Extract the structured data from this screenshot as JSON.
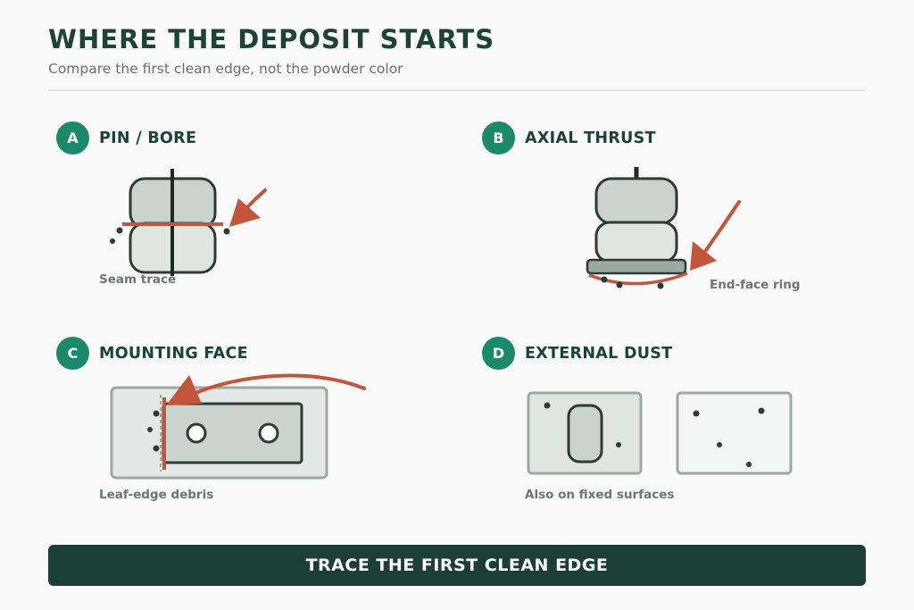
{
  "header": {
    "title": "WHERE THE DEPOSIT STARTS",
    "subtitle": "Compare the first clean edge, not the powder color"
  },
  "panels": [
    {
      "letter": "A",
      "title": "PIN / BORE",
      "caption": "Seam trace"
    },
    {
      "letter": "B",
      "title": "AXIAL THRUST",
      "caption": "End-face ring"
    },
    {
      "letter": "C",
      "title": "MOUNTING FACE",
      "caption": "Leaf-edge debris"
    },
    {
      "letter": "D",
      "title": "EXTERNAL DUST",
      "caption": "Also on fixed surfaces"
    }
  ],
  "footer": {
    "label": "TRACE THE FIRST CLEAN EDGE"
  },
  "colors": {
    "title": "#1b4338",
    "badge": "#1b8a6b",
    "accent_arrow": "#c4553a",
    "part_fill": "#c9d4cf",
    "part_stroke": "#2d3b36",
    "footer_bg": "#1b3f35"
  }
}
